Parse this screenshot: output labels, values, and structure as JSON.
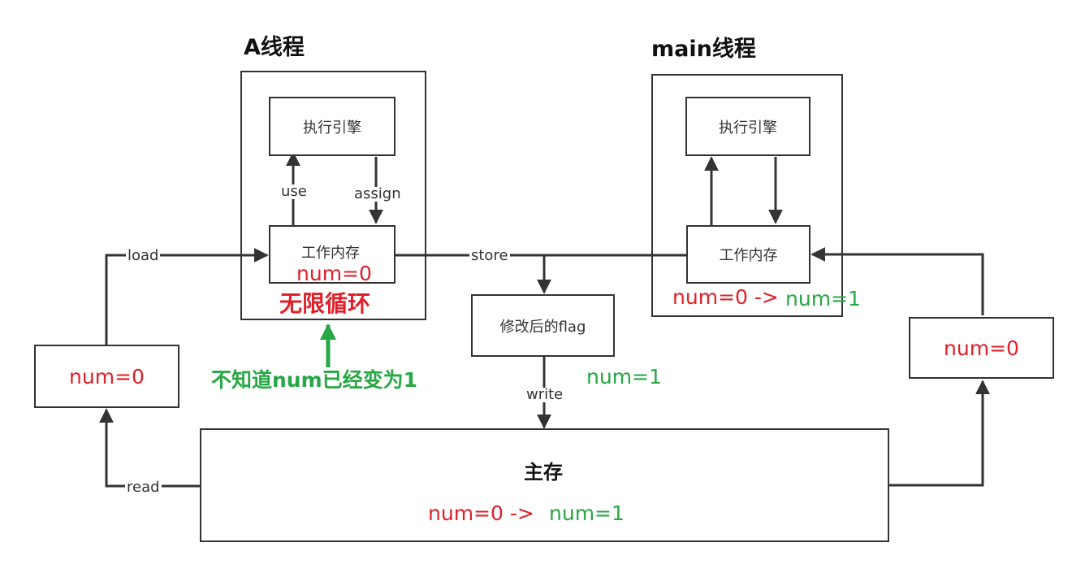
{
  "thread_a": {
    "title": "A线程",
    "engine_label": "执行引擎",
    "work_memory_label": "工作内存",
    "work_memory_value": "num=0",
    "use_label": "use",
    "assign_label": "assign",
    "loop_note": "无限循环",
    "unaware_note": "不知道num已经变为1"
  },
  "thread_main": {
    "title": "main线程",
    "engine_label": "执行引擎",
    "work_memory_label": "工作内存",
    "value_before": "num=0 ->",
    "value_after": "num=1"
  },
  "flow": {
    "load_label": "load",
    "read_label": "read",
    "store_label": "store",
    "write_label": "write",
    "modified_flag_label": "修改后的flag",
    "modified_flag_value": "num=1",
    "left_buffer_value": "num=0",
    "right_buffer_value": "num=0"
  },
  "main_memory": {
    "title": "主存",
    "value_before": "num=0 ->",
    "value_after": "num=1"
  },
  "colors": {
    "line": "#333333",
    "old_value": "#e0202a",
    "new_value": "#27a745"
  }
}
